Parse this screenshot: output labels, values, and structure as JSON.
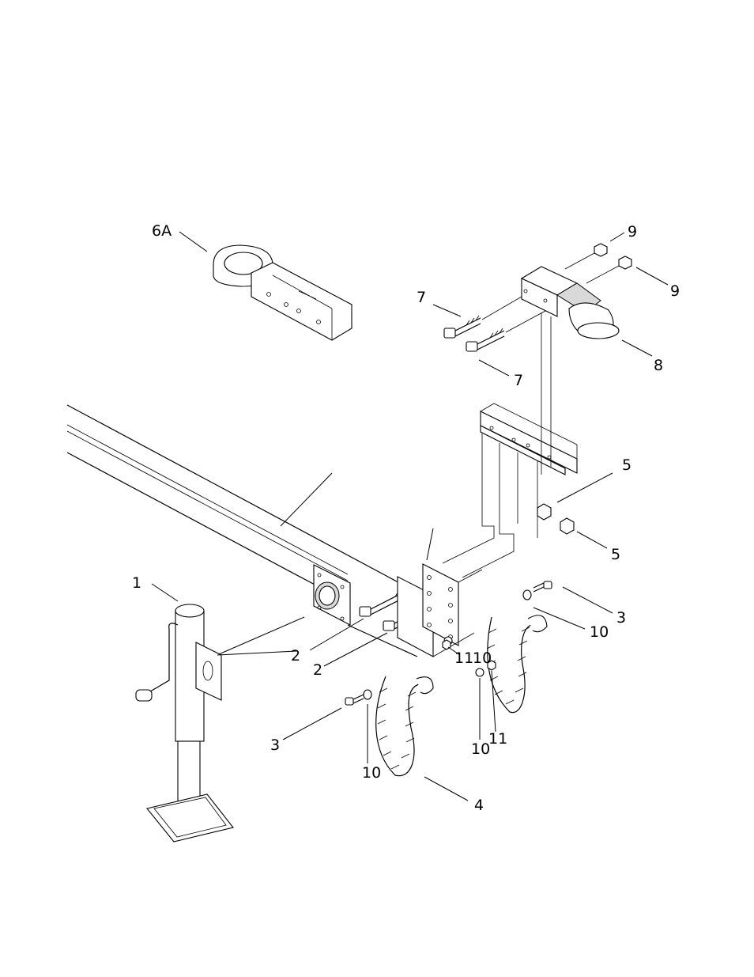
{
  "callouts": {
    "c1": "1",
    "c2a": "2",
    "c2b": "2",
    "c3a": "3",
    "c3b": "3",
    "c4": "4",
    "c5a": "5",
    "c5b": "5",
    "c6a": "6A",
    "c7a": "7",
    "c7b": "7",
    "c8": "8",
    "c9a": "9",
    "c9b": "9",
    "c10a": "10",
    "c10b": "10",
    "c10c": "10",
    "c10d": "10",
    "c11a": "11",
    "c11b": "11"
  }
}
